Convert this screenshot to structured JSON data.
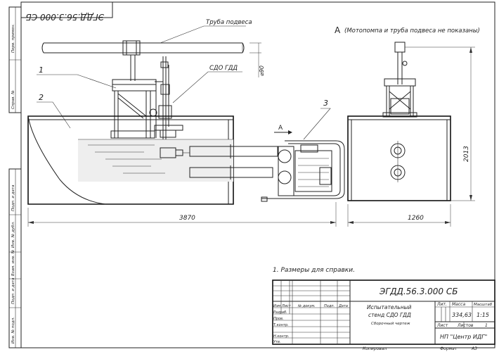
{
  "doc_code_mirrored": "ЭГДД.56.3.000 СБ",
  "labels": {
    "pipe_hanger": "Труба подвеса",
    "sdo": "СДО ГДД",
    "view_note": "(Мотопомпа и труба подвеса не показаны)",
    "view_letter": "А",
    "arrow_letter": "А",
    "diameter": "⌀90",
    "callout_1": "1",
    "callout_2": "2",
    "callout_3": "3"
  },
  "dimensions": {
    "length_main": "3870",
    "length_side": "1260",
    "height_side": "2013"
  },
  "note": "1. Размеры для справки.",
  "left_strip": [
    "Перв. примен.",
    "Справ. №",
    "Подп. и дата",
    "Инв. № дубл.",
    "Взам. инв. №",
    "Подп. и дата",
    "Инв. № подл."
  ],
  "title_block": {
    "doc_code": "ЭГДД.56.3.000 СБ",
    "name_line1": "Испытательный",
    "name_line2": "стенд СДО ГДД",
    "name_line3": "Сборочный чертеж",
    "head_cols": [
      "Изм",
      "Лист",
      "№ докум.",
      "Подп.",
      "Дата"
    ],
    "roles": [
      "Разраб.",
      "Пров.",
      "Т.контр.",
      "Н.контр.",
      "Утв."
    ],
    "lit_header": "Лит.",
    "mass_header": "Масса",
    "scale_header": "Масштаб",
    "mass": "334,63",
    "scale": "1:15",
    "sheet_label": "Лист",
    "sheets_label": "Листов",
    "sheets_count": "1",
    "org": "НП \"Центр ИДГ\"",
    "copied": "Копировал",
    "format_label": "Формат",
    "format": "А3"
  }
}
